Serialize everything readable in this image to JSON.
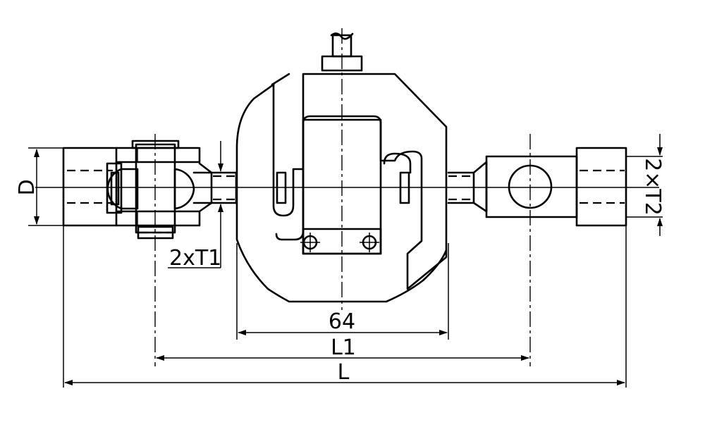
{
  "drawing": {
    "dimensions": {
      "diameter": "D",
      "thread_left": "2xT1",
      "thread_right": "2×T2",
      "body_width": "64",
      "pin_span": "L1",
      "overall_length": "L"
    }
  }
}
